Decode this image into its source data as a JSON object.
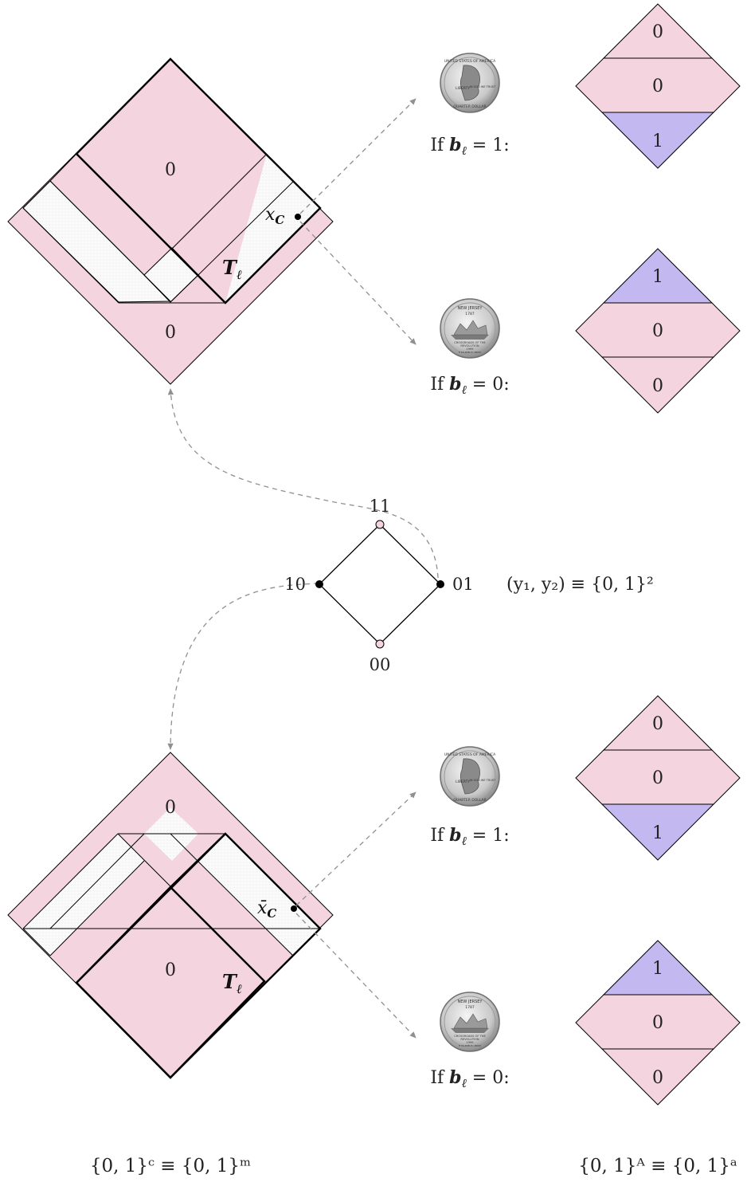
{
  "colors": {
    "pink": "#f3d4df",
    "purple": "#c4b8f0",
    "dotted_fill": "#f7f7f7",
    "arrow": "#909090",
    "stroke": "#000000"
  },
  "top_panel": {
    "label_top": "0",
    "label_bottom": "0",
    "point_label": "x",
    "point_sub": "C",
    "tile_label": "T",
    "tile_sub": "ℓ"
  },
  "bottom_panel": {
    "label_top": "0",
    "label_bottom": "0",
    "point_label": "x̄",
    "point_sub": "C",
    "tile_label": "T",
    "tile_sub": "ℓ"
  },
  "coins": [
    {
      "icon": "quarter-washington-coin-icon",
      "label_prefix": "If ",
      "label_var": "b",
      "label_sub": "ℓ",
      "label_suffix": " = 1:"
    },
    {
      "icon": "quarter-new-jersey-coin-icon",
      "label_prefix": "If ",
      "label_var": "b",
      "label_sub": "ℓ",
      "label_suffix": " = 0:"
    },
    {
      "icon": "quarter-washington-coin-icon",
      "label_prefix": "If ",
      "label_var": "b",
      "label_sub": "ℓ",
      "label_suffix": " = 1:"
    },
    {
      "icon": "quarter-new-jersey-coin-icon",
      "label_prefix": "If ",
      "label_var": "b",
      "label_sub": "ℓ",
      "label_suffix": " = 0:"
    }
  ],
  "output_diamonds": [
    {
      "stripes": [
        "0",
        "0",
        "1"
      ],
      "purple_index": 2
    },
    {
      "stripes": [
        "1",
        "0",
        "0"
      ],
      "purple_index": 0
    },
    {
      "stripes": [
        "0",
        "0",
        "1"
      ],
      "purple_index": 2
    },
    {
      "stripes": [
        "1",
        "0",
        "0"
      ],
      "purple_index": 0
    }
  ],
  "cube": {
    "vertex_top": "11",
    "vertex_left": "10",
    "vertex_right": "01",
    "vertex_bottom": "00",
    "caption": "(y₁, y₂) ≡ {0, 1}²"
  },
  "captions": {
    "left": "{0, 1}ᶜ ≡ {0, 1}ᵐ",
    "right": "{0, 1}ᴬ ≡ {0, 1}ᵃ"
  },
  "coin_text": {
    "washington": [
      "UNITED STATES OF AMERICA",
      "LIBERTY",
      "QUARTER DOLLAR",
      "IN GOD WE TRUST"
    ],
    "new_jersey": [
      "NEW JERSEY",
      "1787",
      "CROSSROADS OF THE",
      "REVOLUTION",
      "1999",
      "E PLURIBUS UNUM"
    ]
  }
}
